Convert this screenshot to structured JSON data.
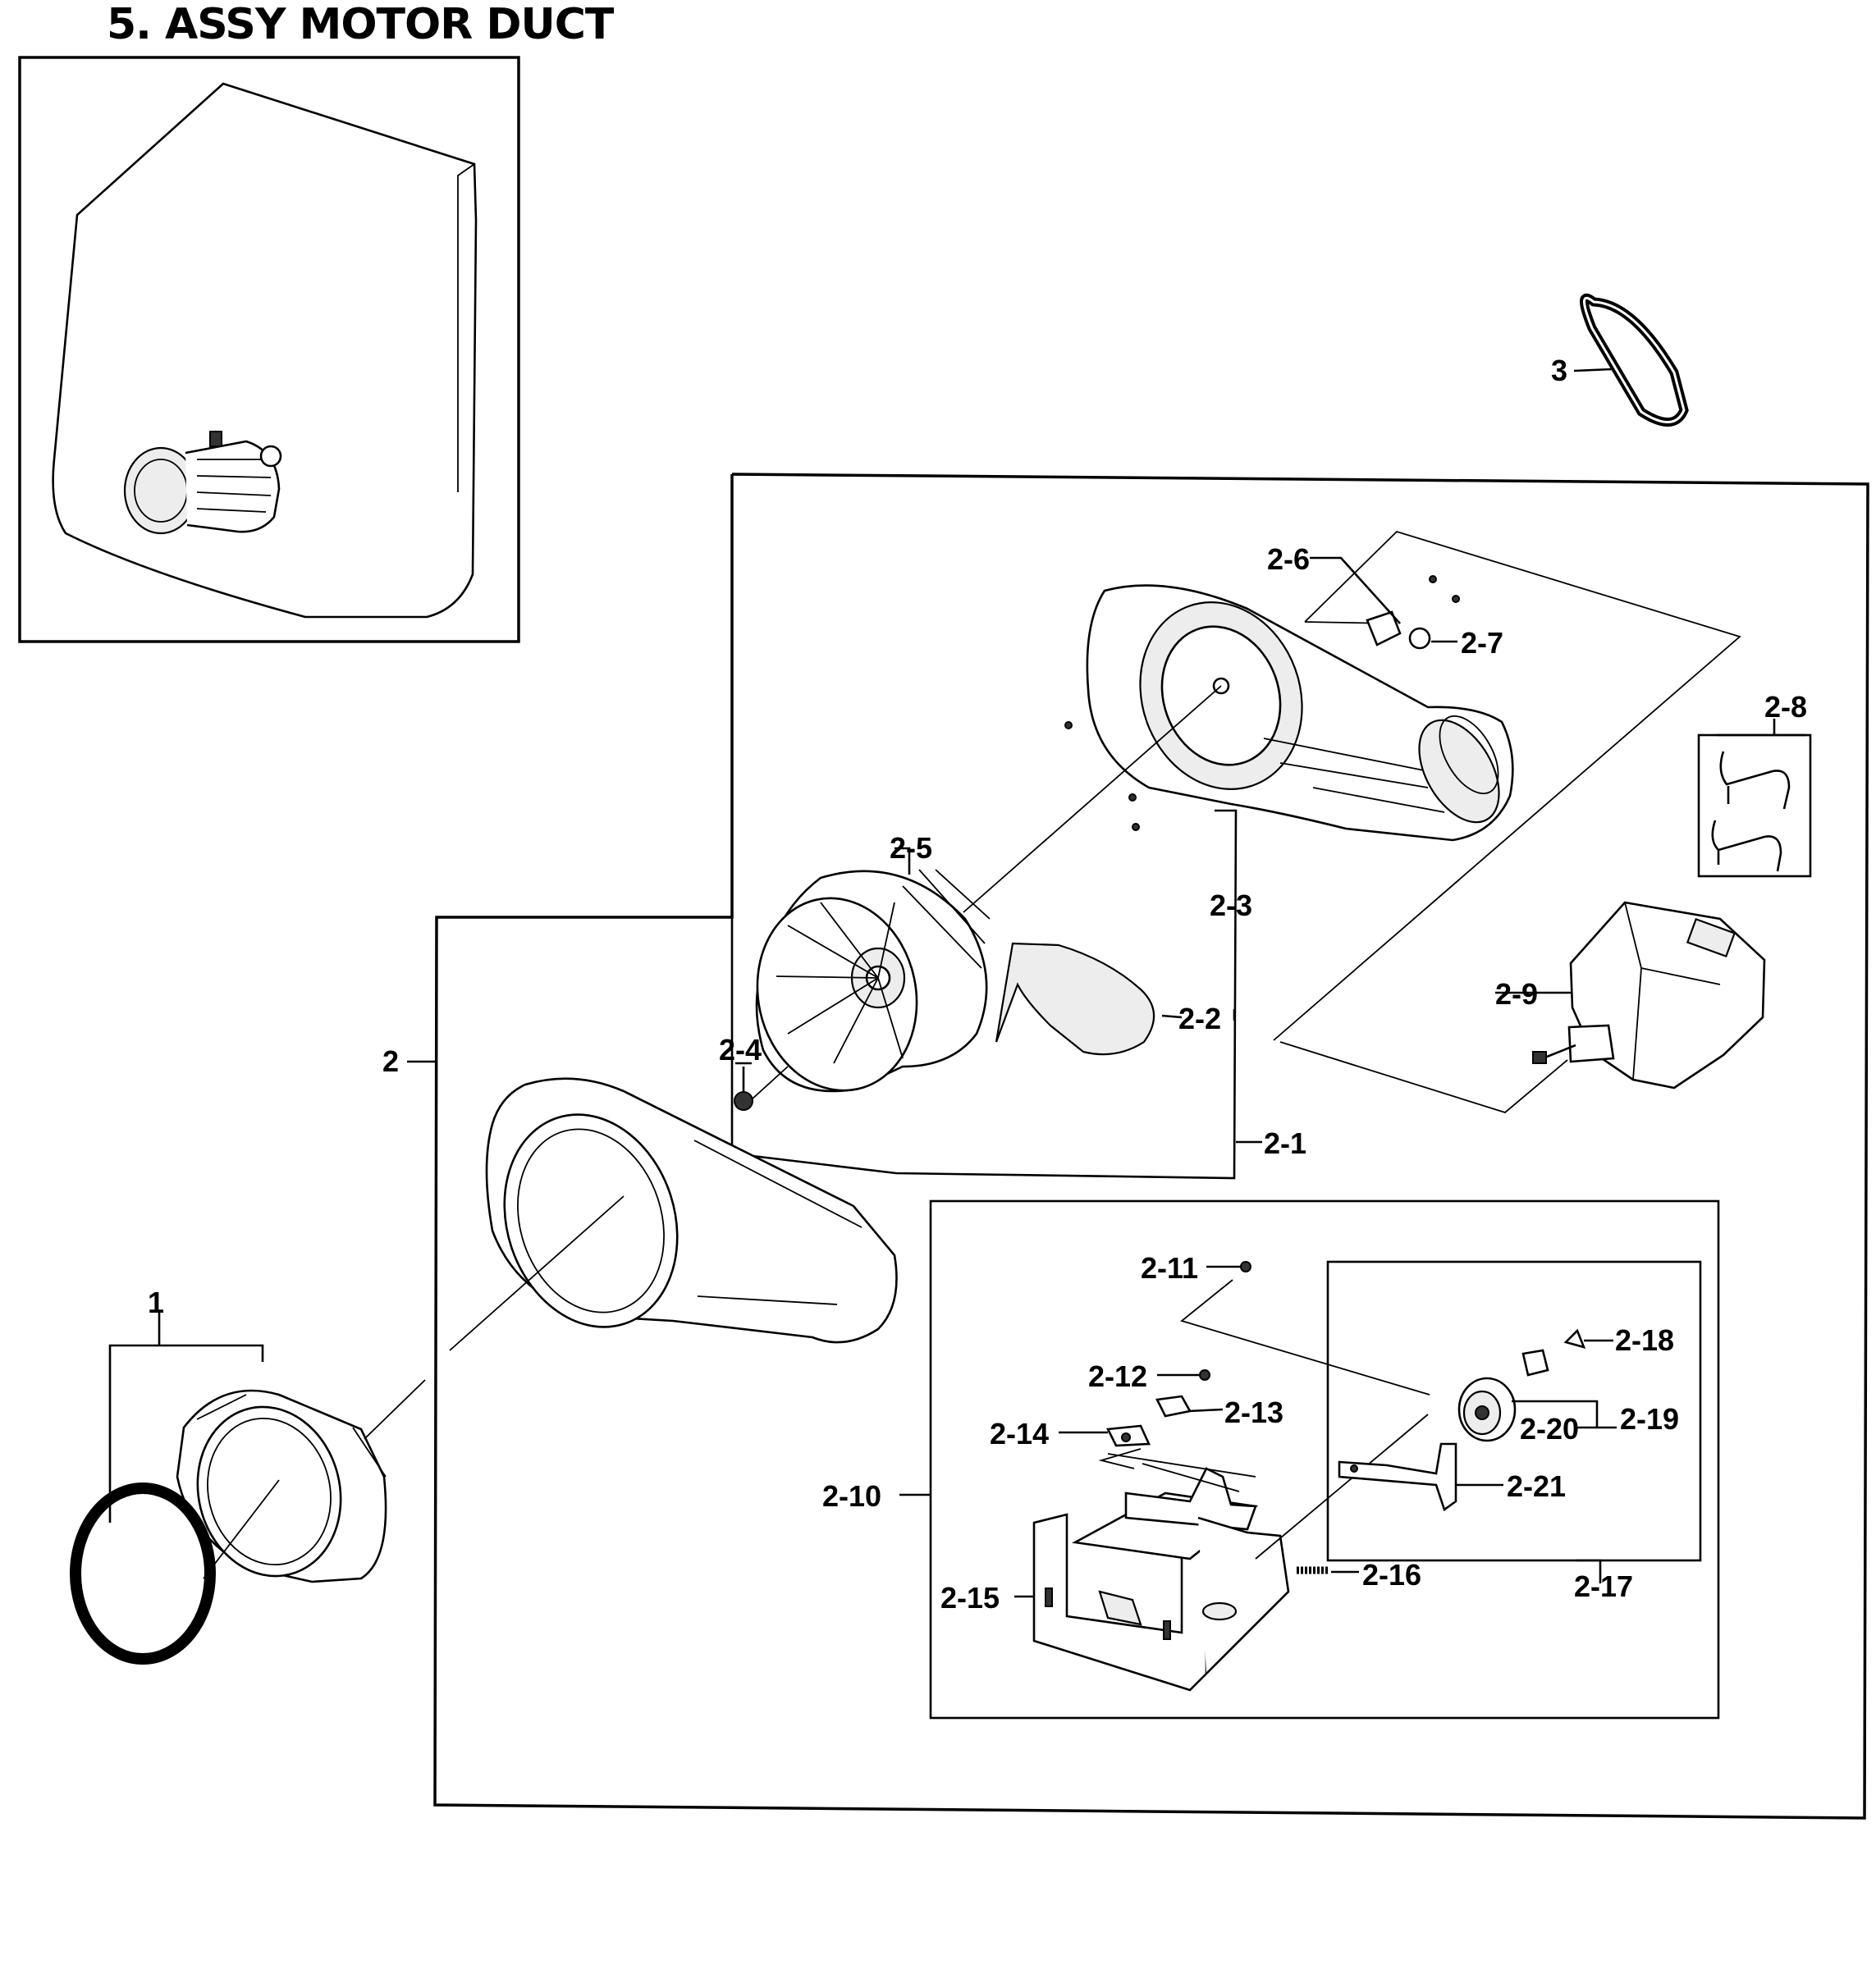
{
  "title": "5. ASSY MOTOR DUCT",
  "labels": {
    "p1": "1",
    "p2": "2",
    "p3": "3",
    "p2_1": "2-1",
    "p2_2": "2-2",
    "p2_3": "2-3",
    "p2_4": "2-4",
    "p2_5": "2-5",
    "p2_6": "2-6",
    "p2_7": "2-7",
    "p2_8": "2-8",
    "p2_9": "2-9",
    "p2_10": "2-10",
    "p2_11": "2-11",
    "p2_12": "2-12",
    "p2_13": "2-13",
    "p2_14": "2-14",
    "p2_15": "2-15",
    "p2_16": "2-16",
    "p2_17": "2-17",
    "p2_18": "2-18",
    "p2_19": "2-19",
    "p2_20": "2-20",
    "p2_21": "2-21"
  }
}
